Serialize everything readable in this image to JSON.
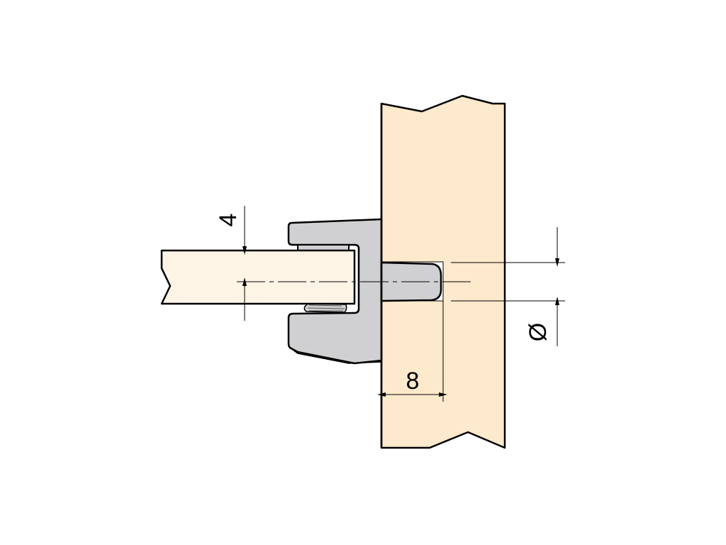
{
  "diagram": {
    "dimensions": {
      "shelf_offset": "4",
      "hole_depth": "8",
      "hole_diameter": "Ø"
    },
    "colors": {
      "panel": "#fde9cb",
      "shelf": "#fef4e6",
      "bracket": "#d0d0d2",
      "line": "#000000"
    }
  }
}
